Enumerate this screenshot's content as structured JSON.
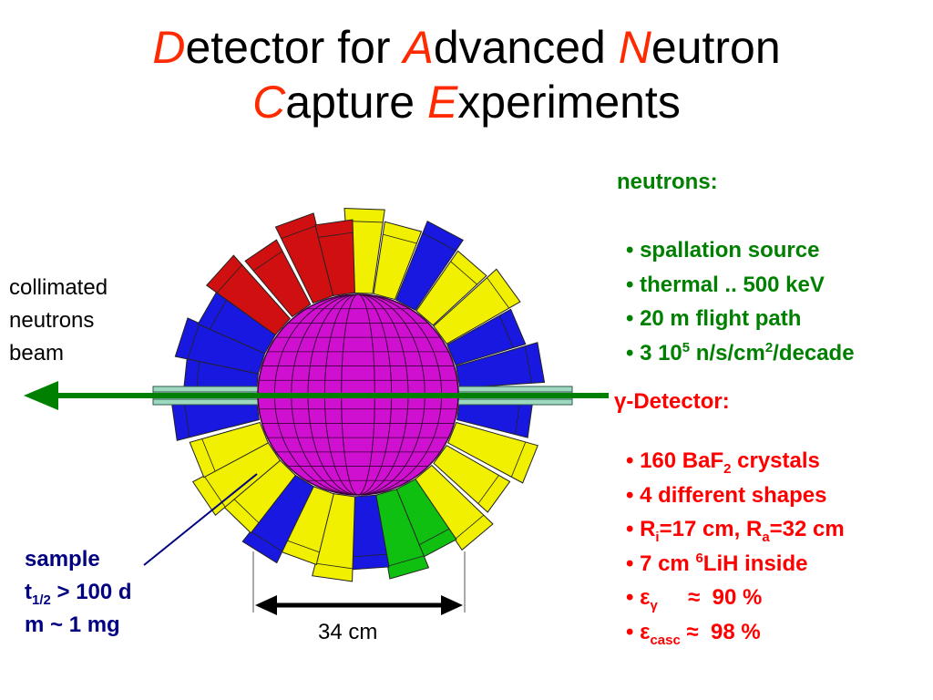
{
  "title": {
    "line1": [
      {
        "initial": "D",
        "rest": "etector for "
      },
      {
        "initial": "A",
        "rest": "dvanced "
      },
      {
        "initial": "N",
        "rest": "eutron"
      }
    ],
    "line2": [
      {
        "initial": "C",
        "rest": "apture "
      },
      {
        "initial": "E",
        "rest": "xperiments"
      }
    ]
  },
  "beam_label": [
    "collimated",
    "neutrons",
    "beam"
  ],
  "sample": {
    "heading": "sample",
    "halflife_prefix": "t",
    "halflife_sub": "1/2",
    "halflife_value": " > 100 d",
    "mass": "m ~ 1 mg"
  },
  "dimension_label": "34 cm",
  "neutrons": {
    "heading": "neutrons:",
    "items": [
      {
        "parts": [
          {
            "t": "• spallation source"
          }
        ]
      },
      {
        "parts": [
          {
            "t": "• thermal .. 500 keV"
          }
        ]
      },
      {
        "parts": [
          {
            "t": "• 20 m flight path"
          }
        ]
      },
      {
        "parts": [
          {
            "t": "• 3 10"
          },
          {
            "sup": "5"
          },
          {
            "t": " n/s/cm"
          },
          {
            "sup": "2"
          },
          {
            "t": "/decade"
          }
        ]
      }
    ]
  },
  "detector": {
    "heading": "γ-Detector:",
    "items": [
      {
        "parts": [
          {
            "t": "• 160 BaF"
          },
          {
            "sub": "2"
          },
          {
            "t": " crystals"
          }
        ]
      },
      {
        "parts": [
          {
            "t": "• 4 different shapes"
          }
        ]
      },
      {
        "parts": [
          {
            "t": "• R"
          },
          {
            "sub": "i"
          },
          {
            "t": "=17 cm, R"
          },
          {
            "sub": "a"
          },
          {
            "t": "=32 cm"
          }
        ]
      },
      {
        "parts": [
          {
            "t": "• 7 cm "
          },
          {
            "sup": "6"
          },
          {
            "t": "LiH inside"
          }
        ]
      },
      {
        "parts": [
          {
            "t": "• ε"
          },
          {
            "sub": "γ"
          },
          {
            "t": "     ≈  90 %"
          }
        ]
      },
      {
        "parts": [
          {
            "t": "• ε"
          },
          {
            "sub": "casc"
          },
          {
            "t": " ≈  98 %"
          }
        ]
      }
    ]
  },
  "colors": {
    "title_initial": "#ff2a00",
    "neutron_text": "#008000",
    "detector_text": "#ff0000",
    "sample_text": "#000080",
    "sphere": "#d010d0",
    "crystal_red": "#d01010",
    "crystal_yellow": "#f0f000",
    "crystal_blue": "#1818e0",
    "crystal_green": "#10c010",
    "beam_arrow": "#008000"
  }
}
